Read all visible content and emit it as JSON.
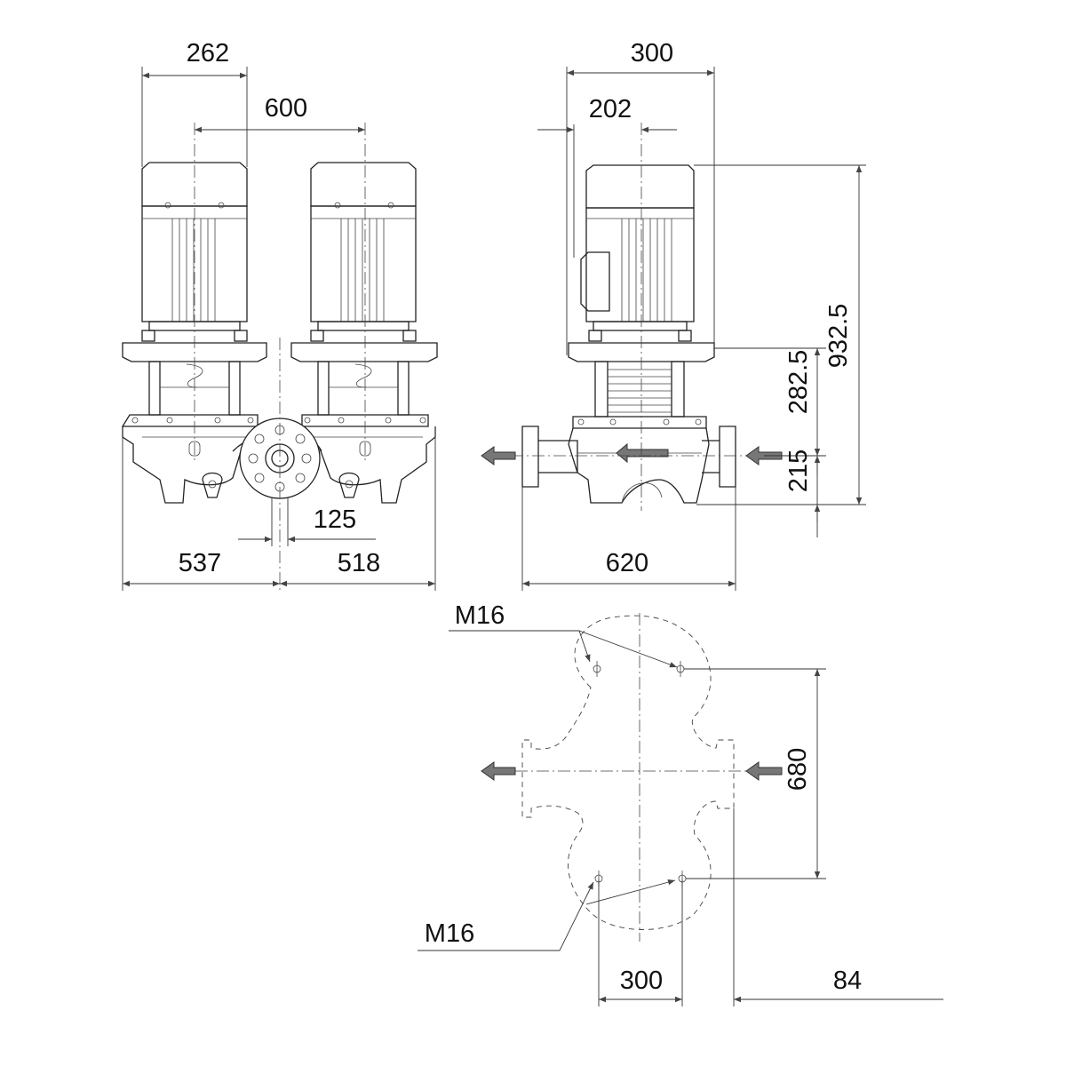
{
  "drawing": {
    "front_view": {
      "dim_motor_width": "262",
      "dim_motor_spacing": "600",
      "dim_flange": "125",
      "dim_left": "537",
      "dim_right": "518"
    },
    "side_view": {
      "dim_overall_width": "300",
      "dim_motor_offset": "202",
      "dim_total_height": "932.5",
      "dim_pump_height": "282.5",
      "dim_base_height": "215",
      "dim_port_to_port": "620"
    },
    "plan_view": {
      "thread_top": "M16",
      "thread_bottom": "M16",
      "dim_bolt_depth": "680",
      "dim_bolt_spacing": "300",
      "dim_offset": "84"
    }
  }
}
